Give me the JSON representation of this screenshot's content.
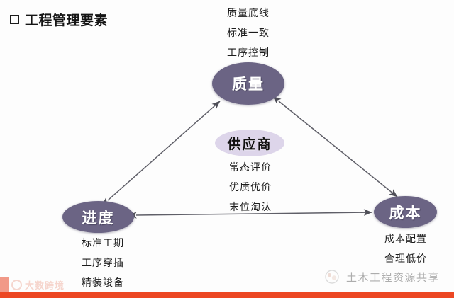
{
  "page": {
    "title_bullet": "square-bullet",
    "title": "工程管理要素",
    "background_color": "#fdfdfd",
    "footer_bar_color": "#ec4723"
  },
  "diagram": {
    "type": "triangle-relationship",
    "nodes": [
      {
        "id": "quality",
        "label": "质量",
        "style": "main",
        "fill": "#6b6484",
        "text_color": "#ffffff",
        "captions": [
          "质量底线",
          "标准一致",
          "工序控制"
        ],
        "caption_position": "above"
      },
      {
        "id": "schedule",
        "label": "进度",
        "style": "main",
        "fill": "#6b6484",
        "text_color": "#ffffff",
        "captions": [
          "标准工期",
          "工序穿插",
          "精装竣备"
        ],
        "caption_position": "below"
      },
      {
        "id": "cost",
        "label": "成本",
        "style": "main",
        "fill": "#6b6484",
        "text_color": "#ffffff",
        "captions": [
          "成本配置",
          "合理低价"
        ],
        "caption_position": "below"
      },
      {
        "id": "supplier",
        "label": "供应商",
        "style": "soft",
        "fill": "#ddd5ea",
        "text_color": "#101010",
        "captions": [
          "常态评价",
          "优质优价",
          "末位淘汰"
        ],
        "caption_position": "below"
      }
    ],
    "connectors": [
      {
        "id": "schedule-quality",
        "from": "进度",
        "to": "质量",
        "arrow": "double"
      },
      {
        "id": "quality-cost",
        "from": "质量",
        "to": "成本",
        "arrow": "double"
      },
      {
        "id": "schedule-cost",
        "from": "进度",
        "to": "成本",
        "arrow": "double"
      }
    ],
    "line_color": "#5f5f68"
  },
  "watermarks": {
    "left": {
      "text": "大数跨境",
      "color": "#f1b6a6",
      "icon": "ring-icon"
    },
    "right": {
      "text": "土木工程资源共享",
      "color": "#7d7d7d",
      "icon": "circle-logo-icon"
    }
  }
}
